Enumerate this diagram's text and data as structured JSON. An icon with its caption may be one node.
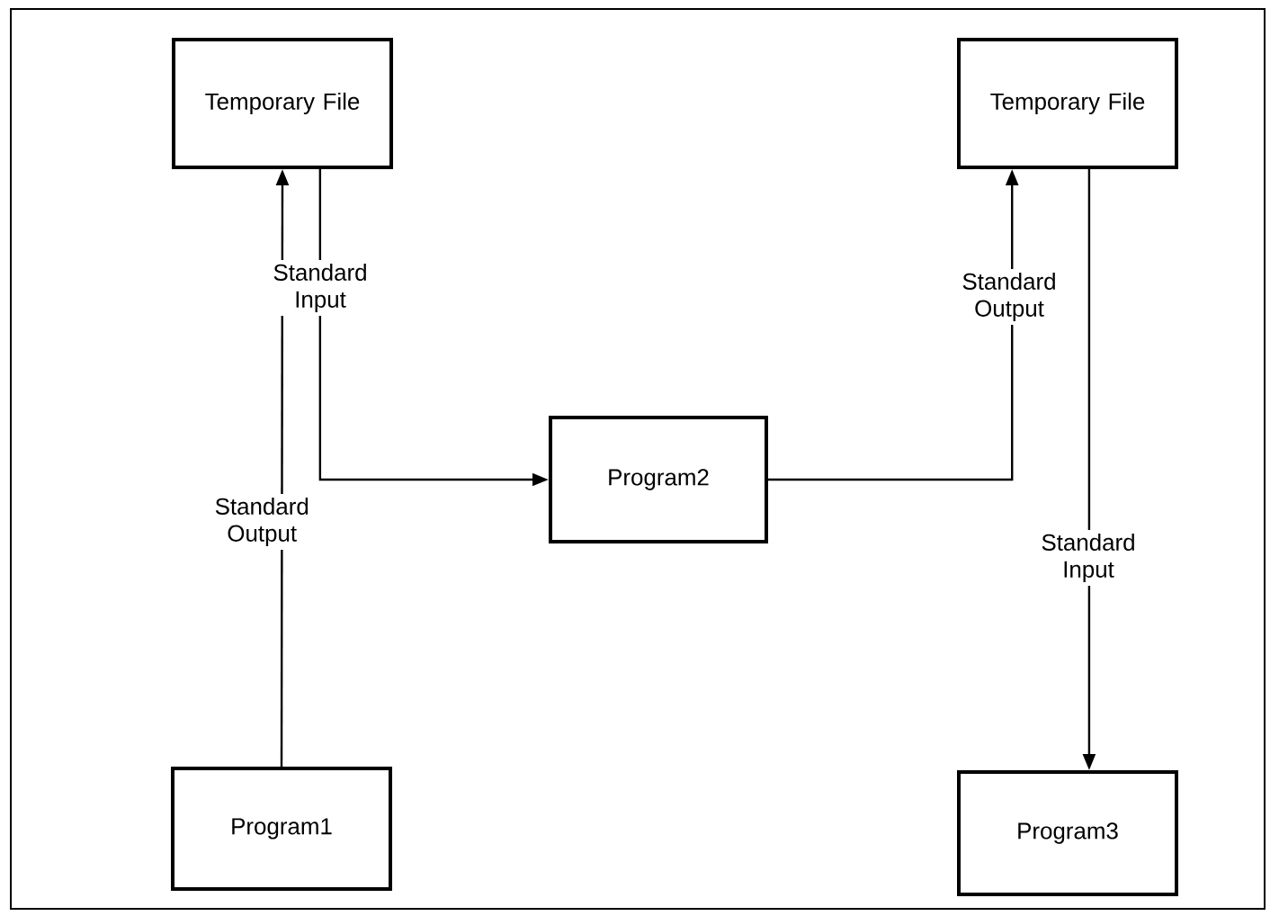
{
  "diagram": {
    "nodes": [
      {
        "text": [
          "Temporary File"
        ]
      },
      {
        "text": [
          "Program1"
        ]
      },
      {
        "text": [
          "Program2"
        ]
      },
      {
        "text": [
          "Temporary File"
        ]
      },
      {
        "text": [
          "Program3"
        ]
      }
    ],
    "edges": [
      {
        "from": 1,
        "to": 0,
        "arrow": "to",
        "label": "Standard Output"
      },
      {
        "from": 0,
        "to": 2,
        "arrow": "to",
        "label": "Standard Input"
      },
      {
        "from": 2,
        "to": 3,
        "arrow": "to",
        "label": "Standard Output"
      },
      {
        "from": 3,
        "to": 4,
        "arrow": "to",
        "label": "Standard Input"
      }
    ]
  }
}
